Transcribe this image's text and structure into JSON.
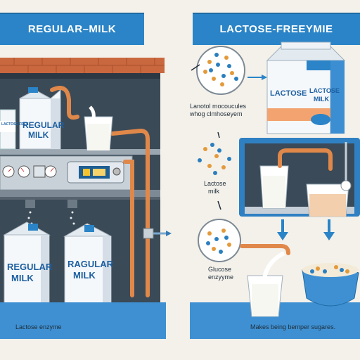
{
  "left_panel": {
    "banner": "REGULAR–MILK",
    "small_carton_label": "LACTOSE FREE",
    "top_carton_label_line1": "REGULAR",
    "top_carton_label_line2": "MILK",
    "bottom_left_label_line1": "REGULAR",
    "bottom_left_label_line2": "MILK",
    "bottom_right_label_line1": "RAGULAR",
    "bottom_right_label_line2": "MILK",
    "footer_caption": "Lactose enzyme"
  },
  "right_panel": {
    "banner": "LACTOSE-FREEYMIE",
    "carton_label_line1": "LACTOSE",
    "carton_label_line2": "LACTOSE",
    "carton_label_line3": "MILK",
    "molecules_text_line1": "Lanotol mocoucules",
    "molecules_text_line2": "whog clmhoseyem",
    "lactose_milk_line1": "Lactose",
    "lactose_milk_line2": "milk",
    "glucose_line1": "Glucose",
    "glucose_line2": "enzyyme",
    "footer_caption": "Makes being bemper sugares."
  },
  "colors": {
    "accent_blue": "#2a84c7",
    "pipe_orange": "#e0884a",
    "brick": "#c9673f",
    "machine_dark": "#3b4a57"
  }
}
